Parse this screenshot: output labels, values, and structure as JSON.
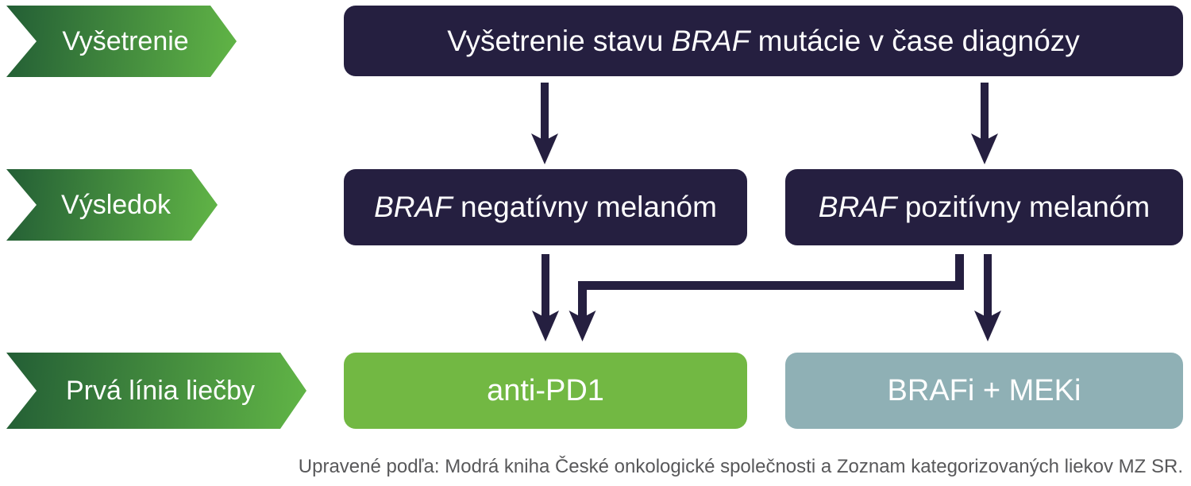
{
  "row_labels": [
    {
      "id": "vysetrenie",
      "text": "Vyšetrenie"
    },
    {
      "id": "vysledok",
      "text": "Výsledok"
    },
    {
      "id": "prva-linia-liecby",
      "text": "Prvá línia liečby"
    }
  ],
  "nodes": {
    "exam": {
      "pre": "Vyšetrenie stavu ",
      "gene": "BRAF",
      "post": " mutácie v čase diagnózy"
    },
    "negative": {
      "gene": "BRAF",
      "post": " negatívny melanóm"
    },
    "positive": {
      "gene": "BRAF",
      "post": " pozitívny melanóm"
    },
    "anti_pd1": {
      "text": "anti-PD1"
    },
    "brafi_meki": {
      "text": "BRAFi + MEKi"
    }
  },
  "edges": [
    {
      "from": "Vyšetrenie stavu BRAF mutácie v čase diagnózy",
      "to": "BRAF negatívny melanóm"
    },
    {
      "from": "Vyšetrenie stavu BRAF mutácie v čase diagnózy",
      "to": "BRAF pozitívny melanóm"
    },
    {
      "from": "BRAF negatívny melanóm",
      "to": "anti-PD1"
    },
    {
      "from": "BRAF pozitívny melanóm",
      "to": "anti-PD1"
    },
    {
      "from": "BRAF pozitívny melanóm",
      "to": "BRAFi + MEKi"
    }
  ],
  "caption": "Upravené podľa: Modrá kniha České onkologické společnosti a Zoznam kategorizovaných liekov MZ SR.",
  "colors": {
    "node_dark": "#251f40",
    "node_green": "#72b843",
    "node_teal": "#8fb0b5",
    "chevron_gradient_start": "#235e35",
    "chevron_gradient_end": "#61b546",
    "text_white": "#ffffff",
    "caption_gray": "#58585a"
  }
}
